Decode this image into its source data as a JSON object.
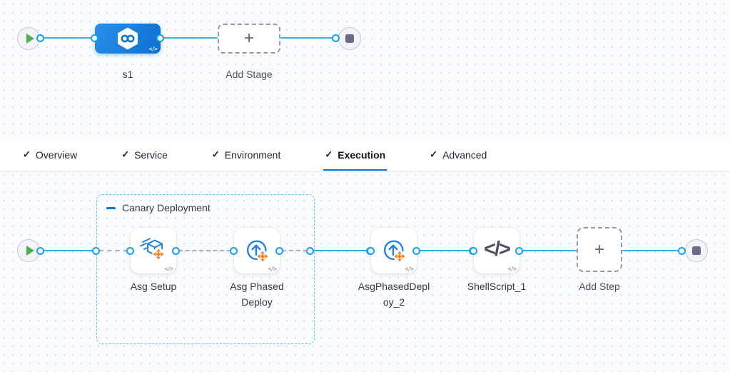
{
  "icons": {
    "check_glyph": "✓",
    "plus_glyph": "+",
    "code_glyph": "</>",
    "shell_glyph": "</>"
  },
  "colors": {
    "accent_blue": "#0278d5",
    "connector_blue": "#2eb1f3",
    "stage_blue_gradient_start": "#2a90ea",
    "stage_blue_gradient_end": "#0c6fd3",
    "step_icon_blue": "#1e7fe3",
    "move_arrows_orange": "#f07d25",
    "play_green": "#4cae50",
    "stop_gray": "#696c85"
  },
  "stage_graph": {
    "stage_label": "s1",
    "add_stage_label": "Add Stage"
  },
  "tabs": [
    {
      "label": "Overview",
      "checked": true,
      "active": false
    },
    {
      "label": "Service",
      "checked": true,
      "active": false
    },
    {
      "label": "Environment",
      "checked": true,
      "active": false
    },
    {
      "label": "Execution",
      "checked": true,
      "active": true
    },
    {
      "label": "Advanced",
      "checked": true,
      "active": false
    }
  ],
  "execution_graph": {
    "group_label": "Canary Deployment",
    "steps": [
      {
        "name": "Asg Setup",
        "icon": "asg-setup"
      },
      {
        "name": "Asg Phased Deploy",
        "icon": "asg-rolling-deploy"
      },
      {
        "name": "AsgPhasedDeploy_2",
        "icon": "asg-rolling-deploy"
      },
      {
        "name": "ShellScript_1",
        "icon": "shell-script"
      }
    ],
    "add_step_label": "Add Step"
  }
}
